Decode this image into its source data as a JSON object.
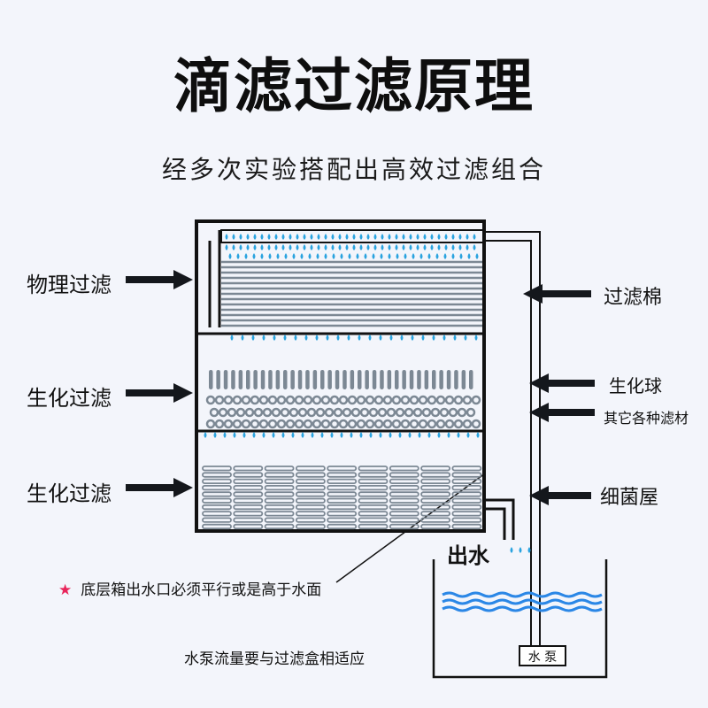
{
  "title": "滴滤过滤原理",
  "subtitle": "经多次实验搭配出高效过滤组合",
  "left_labels": {
    "physical": "物理过滤",
    "bio1": "生化过滤",
    "bio2": "生化过滤"
  },
  "right_labels": {
    "filter_cotton": "过滤棉",
    "bio_balls": "生化球",
    "other_media": "其它各种滤材",
    "bacteria_house": "细菌屋"
  },
  "outlet_label": "出水",
  "note": {
    "star": "★",
    "text": "底层箱出水口必须平行或是高于水面"
  },
  "pump_note": "水泵流量要与过滤盒相适应",
  "pump_label": "水 泵",
  "colors": {
    "frame": "#111111",
    "drop": "#2aa3df",
    "media": "#7c8894",
    "water": "#2b87e6",
    "star": "#e8245a"
  }
}
